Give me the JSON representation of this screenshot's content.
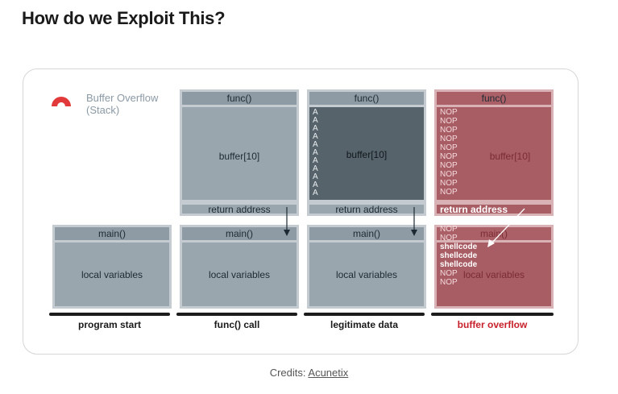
{
  "page": {
    "heading": "How do we Exploit This?"
  },
  "diagram": {
    "brand": {
      "line1": "Buffer Overflow",
      "line2": "(Stack)"
    },
    "labels": {
      "func": "func()",
      "main": "main()",
      "buffer": "buffer[10]",
      "return_address": "return address",
      "local_variables": "local variables",
      "shellcode": "shellcode",
      "nop": "NOP",
      "a": "A"
    },
    "captions": {
      "program_start": "program start",
      "func_call": "func() call",
      "legitimate_data": "legitimate data",
      "buffer_overflow": "buffer overflow"
    },
    "colors": {
      "accent_red": "#c8202a",
      "stack_gray": "#9aa6ae",
      "overflow_red": "#a85c63"
    }
  },
  "credits": {
    "prefix": "Credits:",
    "link": "Acunetix"
  }
}
